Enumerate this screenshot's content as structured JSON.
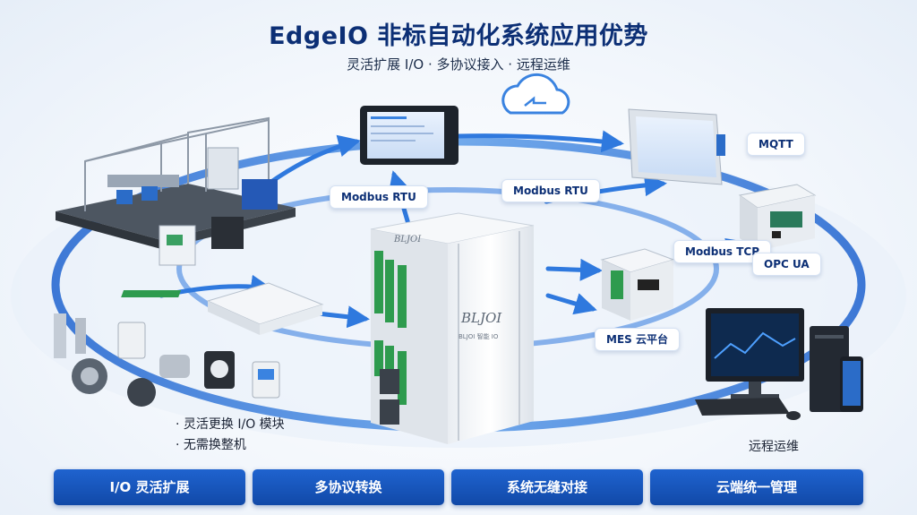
{
  "header": {
    "title": "EdgeIO 非标自动化系统应用优势",
    "subtitle": "灵活扩展 I/O · 多协议接入 · 远程运维"
  },
  "protocol_tags": {
    "modbus_rtu_left": "Modbus RTU",
    "modbus_rtu_center": "Modbus RTU",
    "mqtt": "MQTT",
    "modbus_tcp": "Modbus TCP",
    "opc_ua": "OPC UA",
    "mes": "MES 云平台"
  },
  "device_text": {
    "brand_top": "BLJOI",
    "brand_logo": "BLJOI",
    "brand_caption": "BLJOI 智能 IO"
  },
  "bullets": [
    "· 灵活更换 I/O 模块",
    "· 无需换整机"
  ],
  "remote_label": "远程运维",
  "bottom_buttons": [
    "I/O 灵活扩展",
    "多协议转换",
    "系统无缝对接",
    "云端统一管理"
  ],
  "colors": {
    "brand_blue": "#1458c9",
    "ring_blue": "#2f79de",
    "title_navy": "#0c2f75",
    "io_green": "#2e9b4e"
  },
  "icons": [
    "cloud-sync-icon"
  ]
}
